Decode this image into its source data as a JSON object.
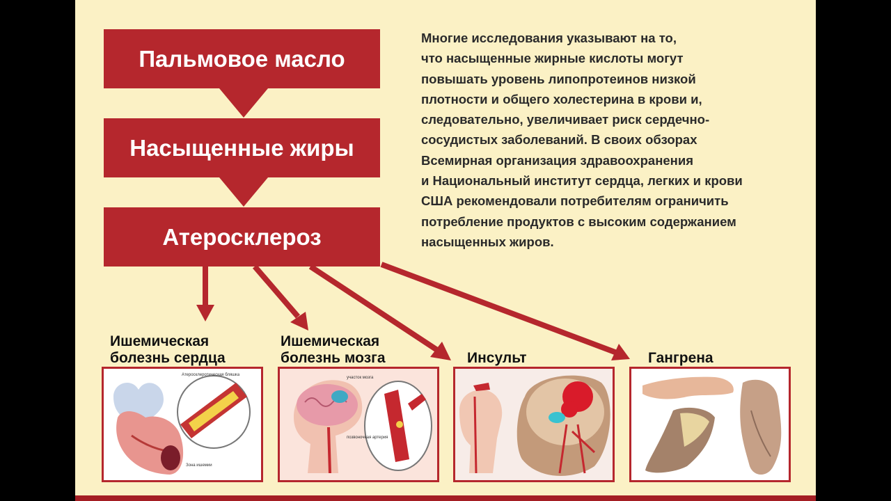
{
  "flow": {
    "step1": "Пальмовое масло",
    "step2": "Насыщенные жиры",
    "step3": "Атеросклероз"
  },
  "description": "Многие исследования указывают на то,\nчто насыщенные жирные кислоты могут\nповышать уровень липопротеинов низкой\nплотности и общего холестерина в крови и,\nследовательно, увеличивает риск сердечно-\nсосудистых заболеваний. В своих обзорах\nВсемирная организация здравоохранения\nи Национальный институт сердца, легких и крови\nСША рекомендовали потребителям ограничить\nпотребление продуктов с высоким содержанием\nнасыщенных жиров.",
  "diseases": [
    {
      "title": "Ишемическая\nболезнь сердца",
      "icon": "heart-artery-illustration"
    },
    {
      "title": "Ишемическая\nболезнь мозга",
      "icon": "brain-artery-illustration"
    },
    {
      "title": "Инсульт",
      "icon": "stroke-head-illustration"
    },
    {
      "title": "Гангрена",
      "icon": "gangrene-feet-illustration"
    }
  ],
  "colors": {
    "accent": "#b5272d",
    "background": "#fbf1c5"
  }
}
